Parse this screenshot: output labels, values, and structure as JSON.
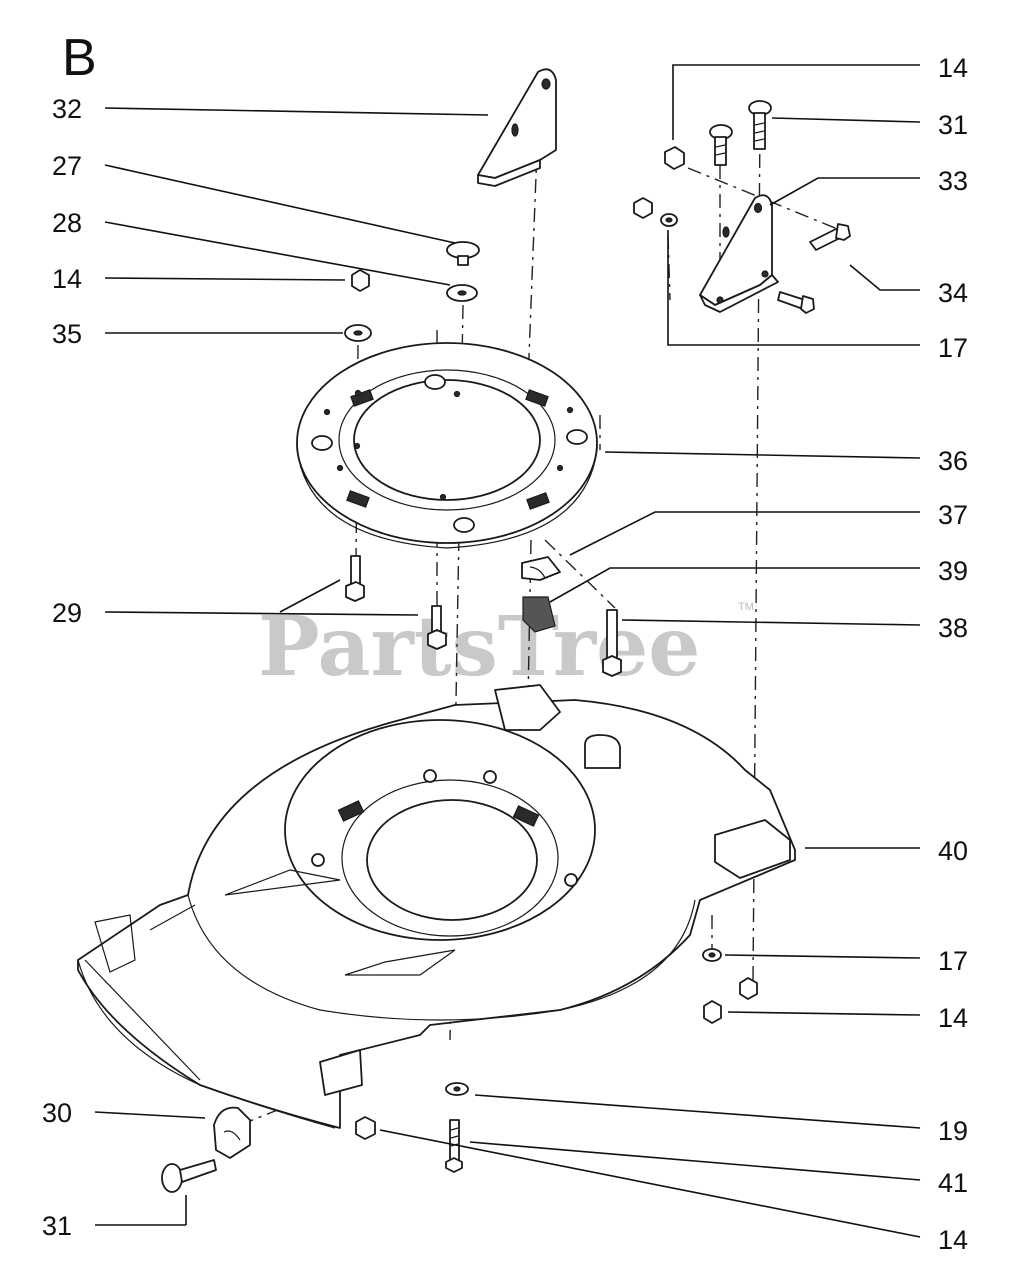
{
  "section_letter": "B",
  "watermark": "PartsTree",
  "trademark": "TM",
  "callouts": [
    {
      "id": "32",
      "side": "left"
    },
    {
      "id": "27",
      "side": "left"
    },
    {
      "id": "28",
      "side": "left"
    },
    {
      "id": "14",
      "side": "left"
    },
    {
      "id": "35",
      "side": "left"
    },
    {
      "id": "29",
      "side": "left"
    },
    {
      "id": "30",
      "side": "left"
    },
    {
      "id": "31",
      "side": "left"
    },
    {
      "id": "14",
      "side": "right"
    },
    {
      "id": "31",
      "side": "right"
    },
    {
      "id": "33",
      "side": "right"
    },
    {
      "id": "34",
      "side": "right"
    },
    {
      "id": "17",
      "side": "right"
    },
    {
      "id": "36",
      "side": "right"
    },
    {
      "id": "37",
      "side": "right"
    },
    {
      "id": "39",
      "side": "right"
    },
    {
      "id": "38",
      "side": "right"
    },
    {
      "id": "40",
      "side": "right"
    },
    {
      "id": "17",
      "side": "right"
    },
    {
      "id": "14",
      "side": "right"
    },
    {
      "id": "19",
      "side": "right"
    },
    {
      "id": "41",
      "side": "right"
    },
    {
      "id": "14",
      "side": "right"
    }
  ]
}
